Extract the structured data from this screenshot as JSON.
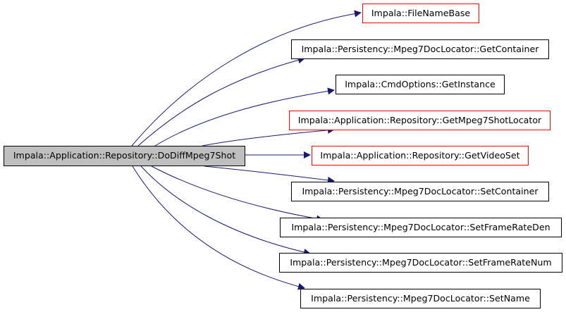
{
  "colors": {
    "edge": "#191970",
    "source_fill": "#bfbfbf",
    "node_border": "#000000",
    "undocumented_border": "#ff0000"
  },
  "source": {
    "label": "Impala::Application::Repository::DoDiffMpeg7Shot"
  },
  "targets": [
    {
      "label": "Impala::FileNameBase",
      "border": "red"
    },
    {
      "label": "Impala::Persistency::Mpeg7DocLocator::GetContainer",
      "border": "black"
    },
    {
      "label": "Impala::CmdOptions::GetInstance",
      "border": "black"
    },
    {
      "label": "Impala::Application::Repository::GetMpeg7ShotLocator",
      "border": "red"
    },
    {
      "label": "Impala::Application::Repository::GetVideoSet",
      "border": "red"
    },
    {
      "label": "Impala::Persistency::Mpeg7DocLocator::SetContainer",
      "border": "black"
    },
    {
      "label": "Impala::Persistency::Mpeg7DocLocator::SetFrameRateDen",
      "border": "black"
    },
    {
      "label": "Impala::Persistency::Mpeg7DocLocator::SetFrameRateNum",
      "border": "black"
    },
    {
      "label": "Impala::Persistency::Mpeg7DocLocator::SetName",
      "border": "black"
    }
  ]
}
